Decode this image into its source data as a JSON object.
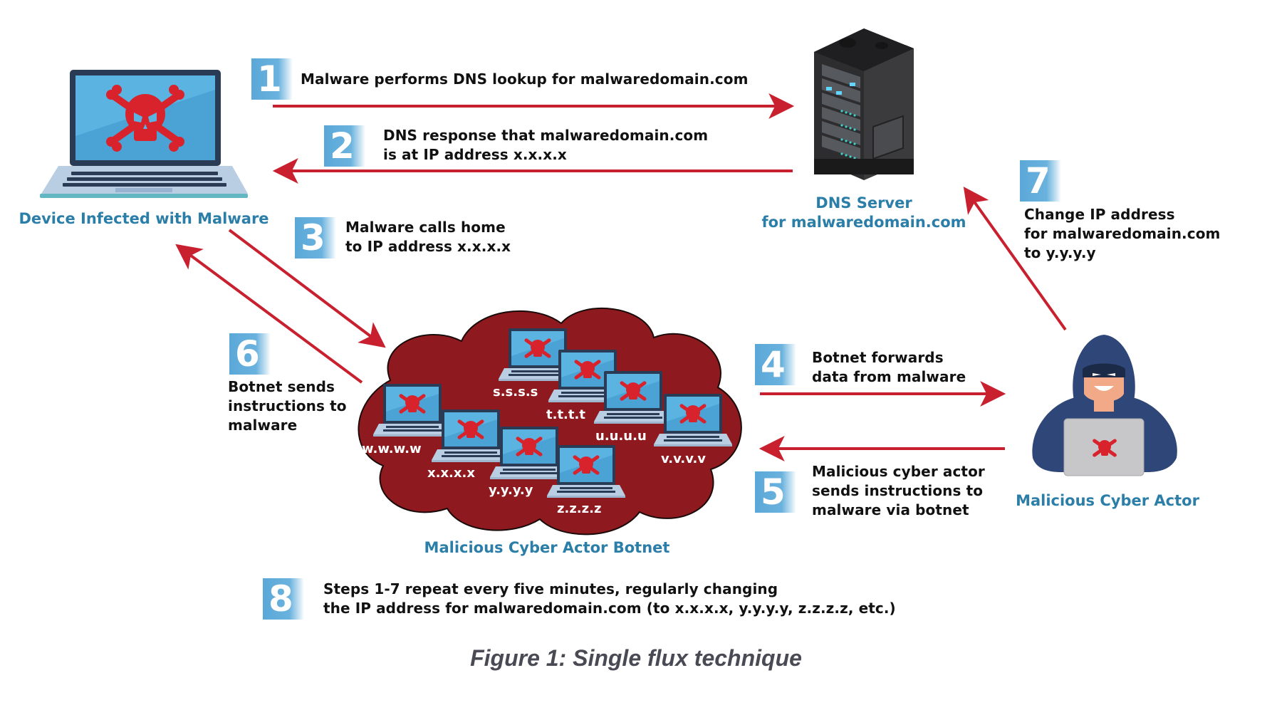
{
  "figure": {
    "caption": "Figure 1: Single flux technique"
  },
  "colors": {
    "arrow_red": "#c8202e",
    "label_blue": "#2b7ea8",
    "number_box_blue": "#5aa8d8",
    "cloud_red": "#8e1a1f",
    "laptop_screen": "#5ab3e0",
    "skull_red": "#d8222c",
    "hoodie_navy": "#2f4778",
    "server_dark": "#2d2d2f",
    "caption_gray": "#4a4a55"
  },
  "nodes": {
    "infected_device": {
      "label": "Device Infected with Malware",
      "icon": "infected-laptop-icon"
    },
    "dns_server": {
      "label_lines": [
        "DNS Server",
        "for malwaredomain.com"
      ],
      "icon": "server-icon"
    },
    "botnet": {
      "label": "Malicious Cyber Actor Botnet",
      "icon": "cloud-icon",
      "bots": [
        {
          "ip": "s.s.s.s"
        },
        {
          "ip": "t.t.t.t"
        },
        {
          "ip": "u.u.u.u"
        },
        {
          "ip": "v.v.v.v"
        },
        {
          "ip": "w.w.w.w"
        },
        {
          "ip": "x.x.x.x"
        },
        {
          "ip": "y.y.y.y"
        },
        {
          "ip": "z.z.z.z"
        }
      ]
    },
    "cyber_actor": {
      "label": "Malicious Cyber Actor",
      "icon": "hooded-hacker-icon"
    }
  },
  "steps": [
    {
      "number": "1",
      "lines": [
        "Malware performs DNS lookup for malwaredomain.com"
      ],
      "from": "infected_device",
      "to": "dns_server"
    },
    {
      "number": "2",
      "lines": [
        "DNS response that malwaredomain.com",
        "is at IP address x.x.x.x"
      ],
      "from": "dns_server",
      "to": "infected_device"
    },
    {
      "number": "3",
      "lines": [
        "Malware calls home",
        "to IP address x.x.x.x"
      ],
      "from": "infected_device",
      "to": "botnet"
    },
    {
      "number": "4",
      "lines": [
        "Botnet forwards",
        "data from malware"
      ],
      "from": "botnet",
      "to": "cyber_actor"
    },
    {
      "number": "5",
      "lines": [
        "Malicious cyber actor",
        "sends instructions to",
        "malware via botnet"
      ],
      "from": "cyber_actor",
      "to": "botnet"
    },
    {
      "number": "6",
      "lines": [
        "Botnet sends",
        "instructions to",
        "malware"
      ],
      "from": "botnet",
      "to": "infected_device"
    },
    {
      "number": "7",
      "lines": [
        "Change IP address",
        "for malwaredomain.com",
        "to y.y.y.y"
      ],
      "from": "cyber_actor",
      "to": "dns_server"
    },
    {
      "number": "8",
      "lines": [
        "Steps 1-7 repeat every five minutes, regularly changing",
        "the IP address for malwaredomain.com (to x.x.x.x, y.y.y.y, z.z.z.z, etc.)"
      ]
    }
  ]
}
